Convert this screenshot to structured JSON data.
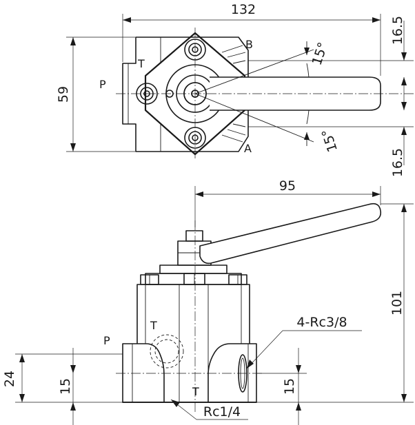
{
  "top_view": {
    "dims": {
      "width": "132",
      "height": "59",
      "offset_top": "16.5",
      "offset_bottom": "16.5",
      "angle_top": "15°",
      "angle_bottom": "15°"
    },
    "ports": {
      "b": "B",
      "a": "A",
      "p": "P",
      "t": "T"
    }
  },
  "front_view": {
    "dims": {
      "handle_length": "95",
      "total_height": "101",
      "height_24": "24",
      "height_15_left": "15",
      "height_15_right": "15"
    },
    "ports": {
      "p": "P",
      "t_upper": "T",
      "t_lower": "T"
    },
    "callouts": {
      "side_ports": "4-Rc3/8",
      "bottom_port": "Rc1/4"
    }
  }
}
